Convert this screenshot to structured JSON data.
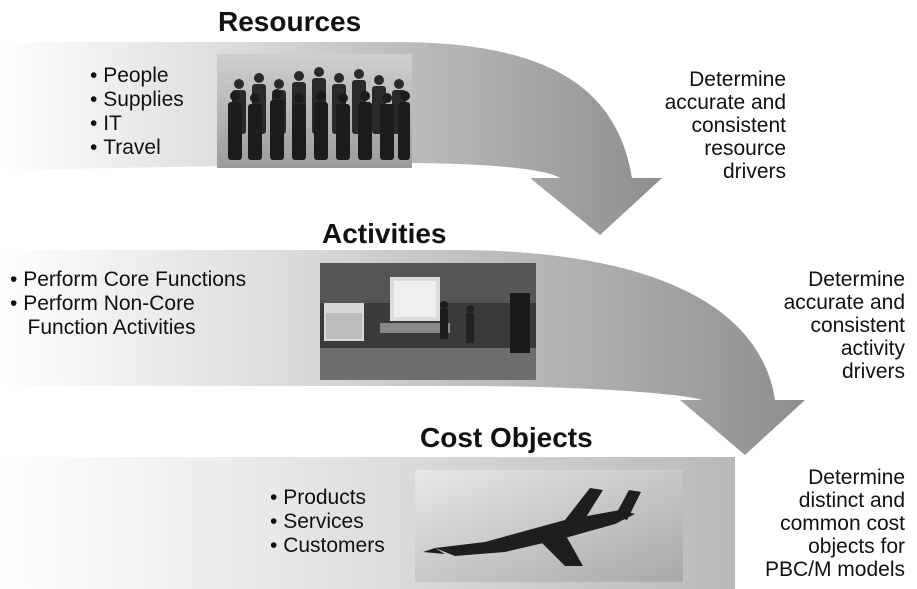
{
  "diagram": {
    "stages": [
      {
        "heading": "Resources",
        "bullets": [
          "People",
          "Supplies",
          "IT",
          "Travel"
        ],
        "photo_icon": "group-of-executives-photo",
        "driver_text": "Determine\naccurate and\nconsistent\nresource\ndrivers"
      },
      {
        "heading": "Activities",
        "bullets": [
          "Perform Core Functions",
          "Perform Non-Core",
          "Function Activities"
        ],
        "photo_icon": "cargo-handling-photo",
        "driver_text": "Determine\naccurate and\nconsistent\nactivity\ndrivers"
      },
      {
        "heading": "Cost Objects",
        "bullets": [
          "Products",
          "Services",
          "Customers"
        ],
        "photo_icon": "fighter-jet-photo",
        "driver_text": "Determine\ndistinct and\ncommon cost\nobjects for\nPBC/M models"
      }
    ],
    "colors": {
      "band_dark": "#8c8c8c",
      "band_light": "#ffffff",
      "text": "#111111"
    }
  }
}
